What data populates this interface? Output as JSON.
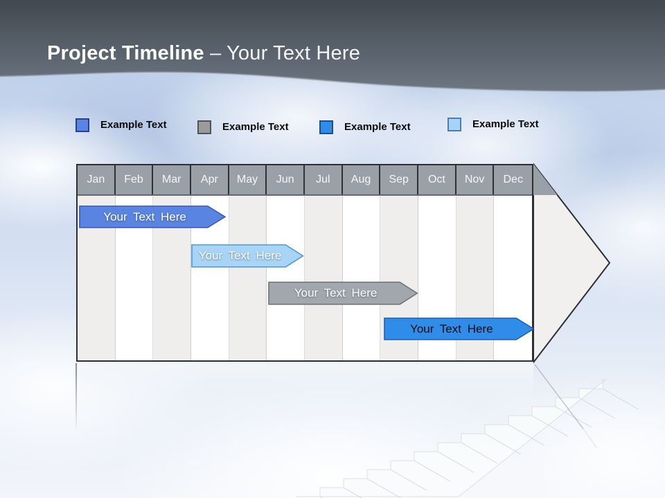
{
  "title": {
    "bold": "Project Timeline",
    "regular": "– Your Text Here"
  },
  "legend": {
    "items": [
      {
        "label": "Example Text",
        "color": "#5a84e2",
        "border": "#24408f"
      },
      {
        "label": "Example Text",
        "color": "#9b9b9b",
        "border": "#4f5358"
      },
      {
        "label": "Example Text",
        "color": "#2f8ce8",
        "border": "#1b4f94"
      },
      {
        "label": "Example Text",
        "color": "#a8d2f6",
        "border": "#4a7fb4"
      }
    ]
  },
  "timeline": {
    "months": [
      "Jan",
      "Feb",
      "Mar",
      "Apr",
      "May",
      "Jun",
      "Jul",
      "Aug",
      "Sep",
      "Oct",
      "Nov",
      "Dec"
    ],
    "bars": [
      {
        "label": "Your Text Here",
        "fill": "#5a84e2",
        "border": "#3558b8",
        "text_style": "light",
        "start_month": 0.03,
        "end_month": 3.9,
        "row": 0
      },
      {
        "label": "Your Text Here",
        "fill": "#a8d4f6",
        "border": "#4e97d6",
        "text_style": "light",
        "start_month": 2.98,
        "end_month": 5.95,
        "row": 1
      },
      {
        "label": "Your Text Here",
        "fill": "#a2a7ad",
        "border": "#6e7278",
        "text_style": "light",
        "start_month": 5.0,
        "end_month": 8.95,
        "row": 2
      },
      {
        "label": "Your Text Here",
        "fill": "#2f8ce8",
        "border": "#1d5fb4",
        "text_style": "dark",
        "start_month": 8.03,
        "end_month": 12.0,
        "row": 3
      }
    ],
    "column_colors": {
      "odd": "#efeeec",
      "even": "#ffffff"
    },
    "header_color": "#9aa0a8",
    "arrowhead_fill": "#f1f0ee"
  },
  "header": {
    "gradient_top": "#41484f",
    "gradient_bottom": "#6e7782"
  }
}
